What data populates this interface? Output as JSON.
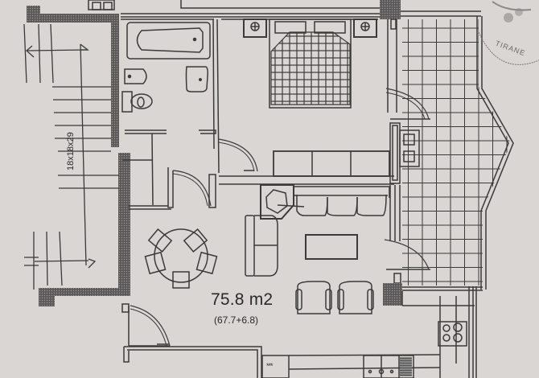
{
  "plan": {
    "type": "apartment floor plan",
    "total_area_label": "75.8 m2",
    "area_breakdown_label": "(67.7+6.8)",
    "stair_dimension_label": "18x18x29",
    "kitchen_marker": "***",
    "stamp_text": "TIRANE"
  },
  "rooms": [
    {
      "name": "bathroom",
      "fixtures": [
        "bathtub",
        "bidet",
        "toilet",
        "sink"
      ]
    },
    {
      "name": "bedroom",
      "fixtures": [
        "double-bed",
        "nightstand-lamp-left",
        "nightstand-lamp-right",
        "wardrobe"
      ]
    },
    {
      "name": "hallway",
      "fixtures": [
        "doors"
      ]
    },
    {
      "name": "living-dining",
      "fixtures": [
        "round-dining-table",
        "chairs-5",
        "sofa-3-seat",
        "sofa-2-seat",
        "coffee-table",
        "armchair-left",
        "armchair-right",
        "corner-tv-unit"
      ]
    },
    {
      "name": "kitchen",
      "fixtures": [
        "stove-4-burner",
        "double-sink",
        "counter"
      ]
    },
    {
      "name": "balcony",
      "fixtures": [
        "tiled-floor"
      ]
    },
    {
      "name": "stairwell",
      "fixtures": [
        "stairs"
      ]
    }
  ],
  "colors": {
    "paper": "#d9d6d3",
    "line": "#3a3a3a",
    "wall_fill": "#4a4848"
  }
}
